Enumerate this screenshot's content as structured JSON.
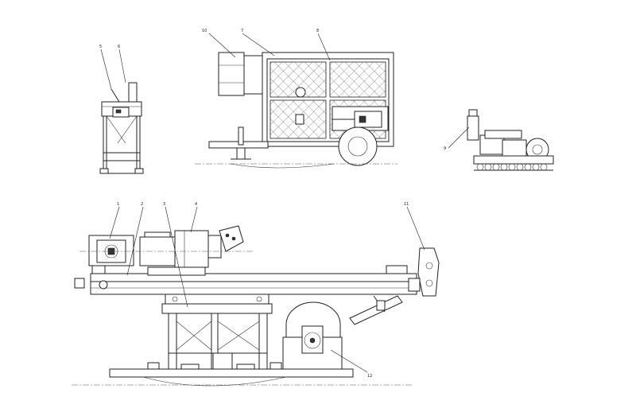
{
  "callouts": {
    "c1_upper": "1",
    "c2_upper": "2",
    "c3_upper": "3",
    "c4_upper": "4",
    "c5_front": "5",
    "c6_front": "6",
    "c7_side": "7",
    "c8_side": "8",
    "c9_pump": "9",
    "c10_side": "10",
    "c11_upper": "11",
    "c12_lower": "12"
  },
  "colors": {
    "line": "#222222",
    "background": "#ffffff"
  }
}
